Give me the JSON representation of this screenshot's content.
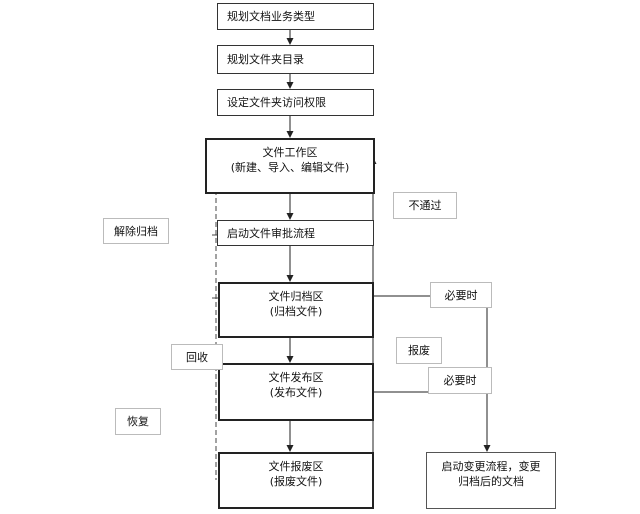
{
  "steps": {
    "plan_type": "规划文档业务类型",
    "plan_folder": "规划文件夹目录",
    "set_permission": "设定文件夹访问权限",
    "workspace": {
      "title": "文件工作区",
      "sub": "(新建、导入、编辑文件)"
    },
    "approval": "启动文件审批流程",
    "archive": {
      "title": "文件归档区",
      "sub": "(归档文件)"
    },
    "publish": {
      "title": "文件发布区",
      "sub": "(发布文件)"
    },
    "scrap": {
      "title": "文件报废区",
      "sub": "(报废文件)"
    },
    "change": {
      "line1": "启动变更流程，变更",
      "line2": "归档后的文档"
    }
  },
  "labels": {
    "not_passed": "不通过",
    "unarchive": "解除归档",
    "recall": "回收",
    "restore": "恢复",
    "scrapped": "报废",
    "when_needed_1": "必要时",
    "when_needed_2": "必要时"
  }
}
